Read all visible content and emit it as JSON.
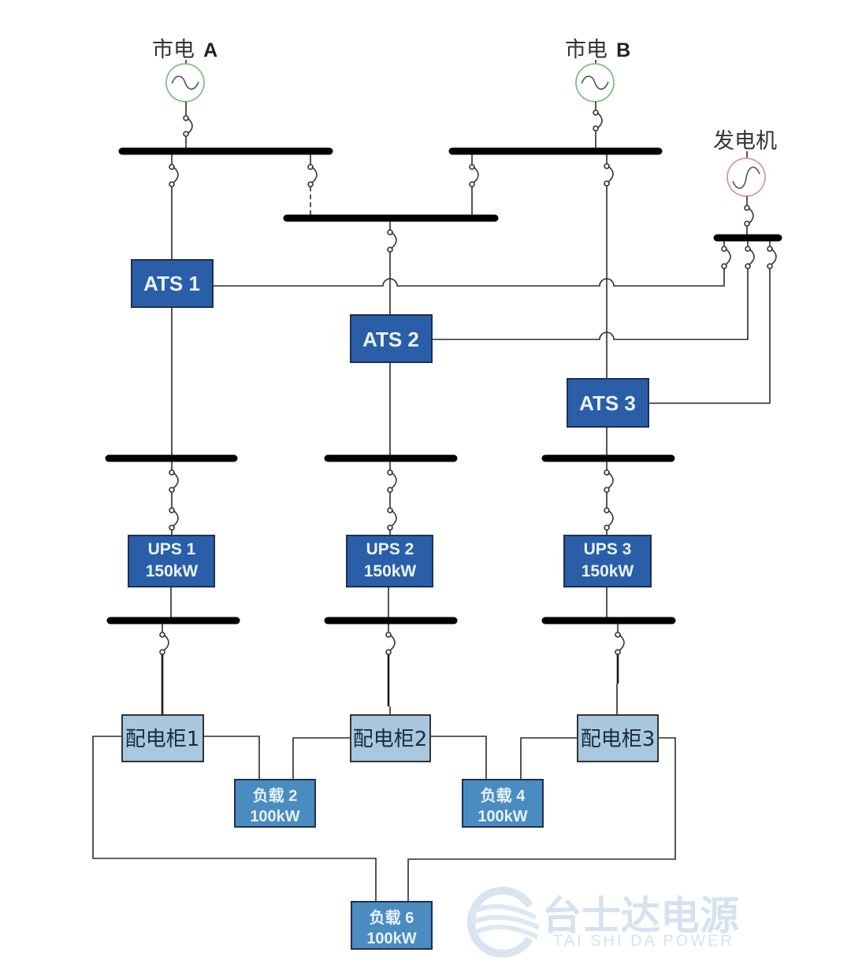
{
  "diagram": {
    "title": "",
    "sources": {
      "utility_a": {
        "label_cn": "市电",
        "label_suffix": "A",
        "symbol": "ac-source-icon",
        "color": "#5aa05a"
      },
      "utility_b": {
        "label_cn": "市电",
        "label_suffix": "B",
        "symbol": "ac-source-icon",
        "color": "#5aa05a"
      },
      "generator": {
        "label": "发电机",
        "symbol": "ac-source-icon",
        "color": "#c07070"
      }
    },
    "ats": [
      {
        "id": "ats1",
        "label": "ATS 1"
      },
      {
        "id": "ats2",
        "label": "ATS 2"
      },
      {
        "id": "ats3",
        "label": "ATS 3"
      }
    ],
    "ups": [
      {
        "id": "ups1",
        "name": "UPS 1",
        "power": "150kW"
      },
      {
        "id": "ups2",
        "name": "UPS 2",
        "power": "150kW"
      },
      {
        "id": "ups3",
        "name": "UPS 3",
        "power": "150kW"
      }
    ],
    "cabinets": [
      {
        "id": "cab1",
        "label": "配电柜1"
      },
      {
        "id": "cab2",
        "label": "配电柜2"
      },
      {
        "id": "cab3",
        "label": "配电柜3"
      }
    ],
    "loads": [
      {
        "id": "load2",
        "name": "负载 2",
        "power": "100kW"
      },
      {
        "id": "load4",
        "name": "负载 4",
        "power": "100kW"
      },
      {
        "id": "load6",
        "name": "负载 6",
        "power": "100kW"
      }
    ],
    "box_colors": {
      "ats_ups": "#2b5ea8",
      "load": "#4a8bc0",
      "cabinet": "#a9c8e0"
    }
  },
  "watermark": {
    "brand_cn": "台士达电源",
    "brand_en": "TAI SHI DA POWER",
    "color": "#d6e2ef",
    "accent": "#f4c8c8"
  }
}
